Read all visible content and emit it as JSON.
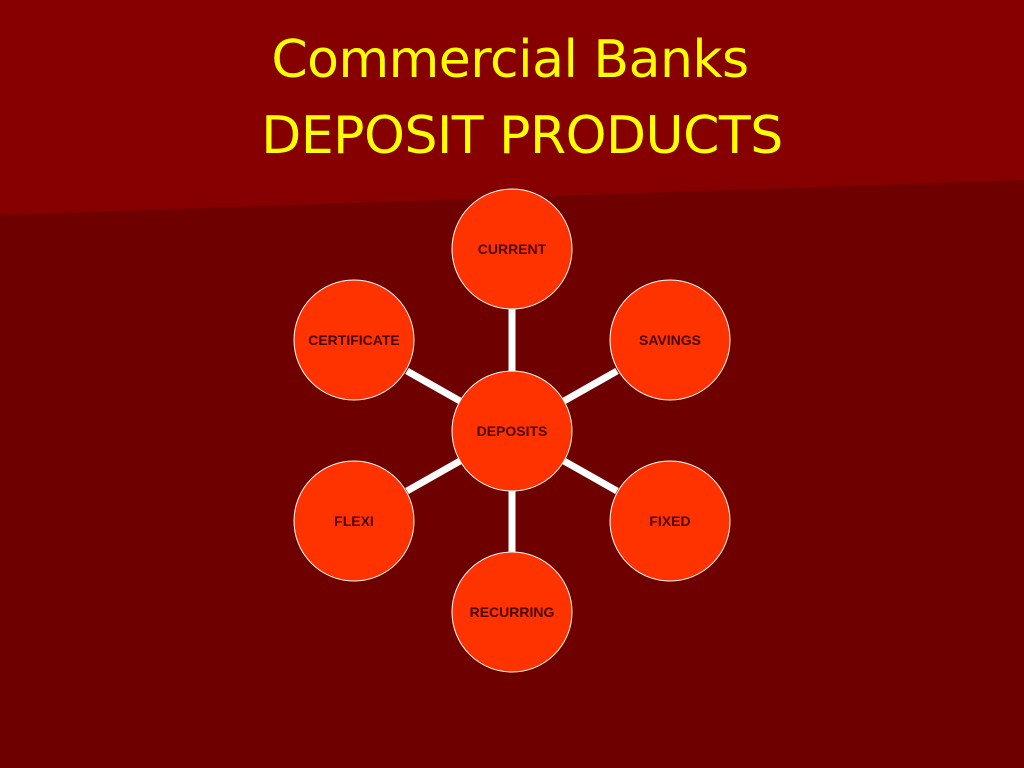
{
  "colors": {
    "background_dark": "#6e0000",
    "background_light": "#8a0000",
    "title": "#ffff00",
    "node_fill": "#ff3300",
    "node_stroke": "#ffffff",
    "connector": "#ffffff",
    "label": "#4a0000"
  },
  "slide": {
    "title_line1": "Commercial Banks",
    "title_line2": "DEPOSIT PRODUCTS"
  },
  "diagram": {
    "center": "DEPOSITS",
    "nodes": [
      "CURRENT",
      "SAVINGS",
      "FIXED",
      "RECURRING",
      "FLEXI",
      "CERTIFICATE"
    ]
  }
}
